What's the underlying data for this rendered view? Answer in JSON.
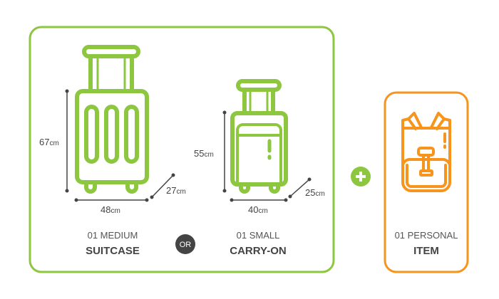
{
  "colors": {
    "green": "#8dc63f",
    "orange": "#f7941d",
    "dark": "#444444"
  },
  "suitcase": {
    "height": "67",
    "width": "48",
    "depth": "27",
    "unit": "cm",
    "qty_label": "01 MEDIUM",
    "name": "SUITCASE"
  },
  "separator": "OR",
  "carry_on": {
    "height": "55",
    "width": "40",
    "depth": "25",
    "unit": "cm",
    "qty_label": "01 SMALL",
    "name": "CARRY-ON"
  },
  "plus_icon": "plus-icon",
  "personal_item": {
    "qty_label": "01 PERSONAL",
    "name": "ITEM",
    "icon": "backpack-icon"
  }
}
